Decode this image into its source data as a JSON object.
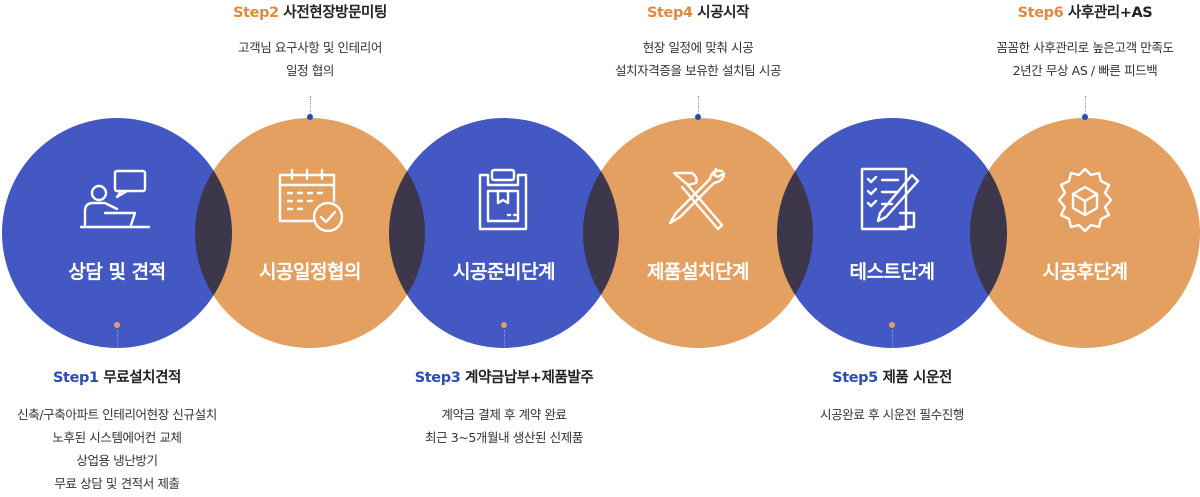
{
  "colors": {
    "blue": "#4358c3",
    "orange": "#e3a060",
    "blue_text": "#2c4bb3",
    "orange_text": "#dd8b3e"
  },
  "stages": [
    {
      "label": "상담 및 견적",
      "icon": "consultation-icon",
      "color": "blue"
    },
    {
      "label": "시공일정협의",
      "icon": "calendar-check-icon",
      "color": "orange"
    },
    {
      "label": "시공준비단계",
      "icon": "clipboard-box-icon",
      "color": "blue"
    },
    {
      "label": "제품설치단계",
      "icon": "tools-icon",
      "color": "orange"
    },
    {
      "label": "테스트단계",
      "icon": "checklist-pen-icon",
      "color": "blue"
    },
    {
      "label": "시공후단계",
      "icon": "gear-cube-icon",
      "color": "orange"
    }
  ],
  "steps": [
    {
      "num": "Step1",
      "name": "무료설치견적",
      "position": "bottom",
      "color": "blue",
      "desc": [
        "신축/구축아파트 인테리어현장 신규설치",
        "노후된 시스템에어컨 교체",
        "상업용 냉난방기",
        "무료 상담 및 견적서 제출"
      ]
    },
    {
      "num": "Step2",
      "name": "사전현장방문미팅",
      "position": "top",
      "color": "orange",
      "desc": [
        "고객님 요구사항 및 인테리어",
        "일정 협의"
      ]
    },
    {
      "num": "Step3",
      "name": "계약금납부+제품발주",
      "position": "bottom",
      "color": "blue",
      "desc": [
        "계약금 결제 후 계약 완료",
        "최근 3~5개월내 생산된 신제품"
      ]
    },
    {
      "num": "Step4",
      "name": "시공시작",
      "position": "top",
      "color": "orange",
      "desc": [
        "현장 일정에 맞춰 시공",
        "설치자격증을 보유한 설치팀 시공"
      ]
    },
    {
      "num": "Step5",
      "name": "제품 시운전",
      "position": "bottom",
      "color": "blue",
      "desc": [
        "시공완료 후 시운전 필수진행"
      ]
    },
    {
      "num": "Step6",
      "name": "사후관리+AS",
      "position": "top",
      "color": "orange",
      "desc": [
        "꼼꼼한 사후관리로 높은고객 만족도",
        "2년간 무상 AS / 빠른 피드백"
      ]
    }
  ]
}
